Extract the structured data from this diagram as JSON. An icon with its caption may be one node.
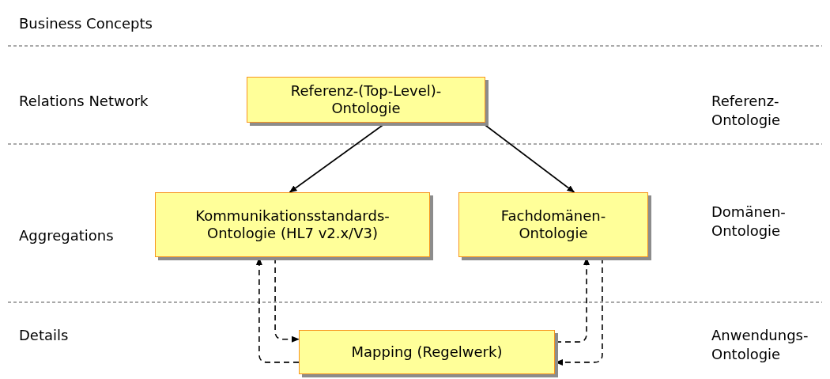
{
  "diagram": {
    "nodes": [
      {
        "text": [
          "Referenz-(Top-Level)-Ontologie"
        ]
      },
      {
        "text": [
          "Kommunikationsstandards-Ontologie (HL7 v2.x/V3)"
        ]
      },
      {
        "text": [
          "Fachdomänen-Ontologie"
        ]
      },
      {
        "text": [
          "Mapping (Regelwerk)"
        ]
      }
    ],
    "edges": [
      {
        "from": 0,
        "to": 1,
        "arrow": "to"
      },
      {
        "from": 0,
        "to": 2,
        "arrow": "to"
      },
      {
        "from": 1,
        "to": 3,
        "arrow": "to",
        "style": "dashed"
      },
      {
        "from": 3,
        "to": 1,
        "arrow": "to",
        "style": "dashed"
      },
      {
        "from": 3,
        "to": 2,
        "arrow": "to",
        "style": "dashed"
      },
      {
        "from": 2,
        "to": 3,
        "arrow": "to",
        "style": "dashed"
      }
    ],
    "labels": [
      "Business Concepts",
      "Relations Network",
      "Referenz- Ontologie",
      "Aggregations",
      "Domänen- Ontologie",
      "Details",
      "Anwendungs- Ontologie"
    ]
  }
}
